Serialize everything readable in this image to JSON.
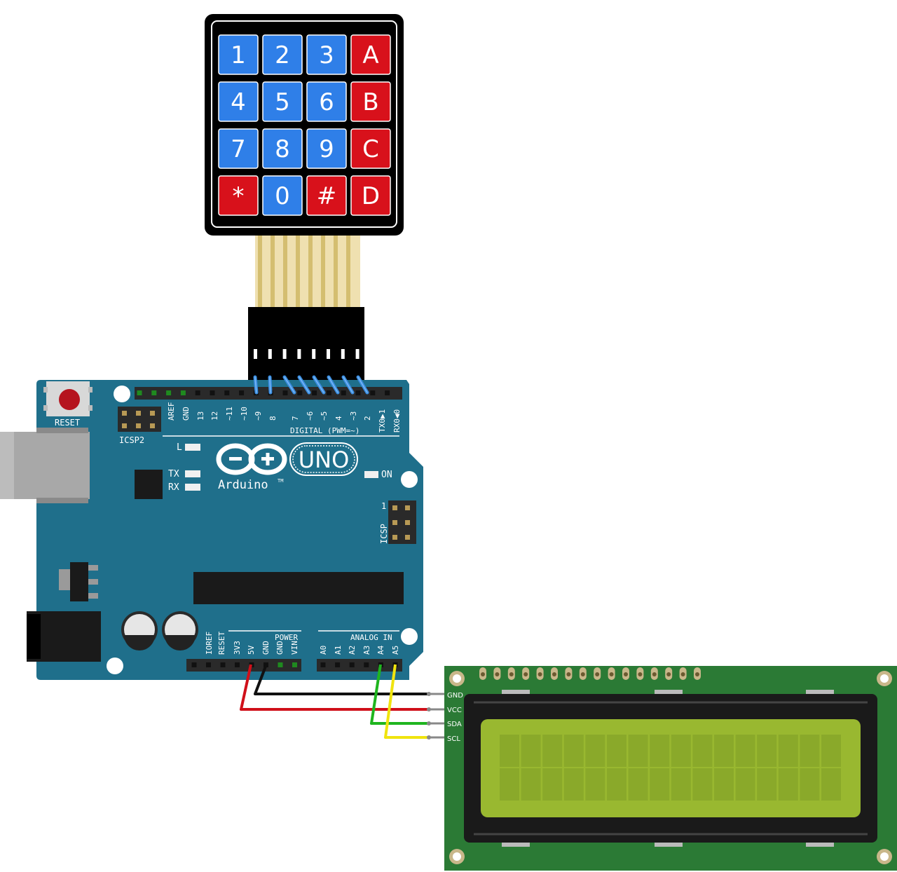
{
  "keypad": {
    "keys": [
      [
        "1",
        "2",
        "3",
        "A"
      ],
      [
        "4",
        "5",
        "6",
        "B"
      ],
      [
        "7",
        "8",
        "9",
        "C"
      ],
      [
        "*",
        "0",
        "#",
        "D"
      ]
    ],
    "colors": {
      "blue": "#2f7fe8",
      "red": "#d8111b",
      "frame": "#000000"
    }
  },
  "arduino": {
    "board_color": "#1f6f8b",
    "reset_label": "RESET",
    "icsp2_label": "ICSP2",
    "icsp_label": "ICSP",
    "icsp_pin1": "1",
    "logo_text": "Arduino",
    "logo_tm": "TM",
    "model_text": "UNO",
    "on_label": "ON",
    "l_label": "L",
    "tx_label": "TX",
    "rx_label": "RX",
    "digital_label": "DIGITAL (PWM=~)",
    "power_label": "POWER",
    "analog_label": "ANALOG IN",
    "digital_pins": [
      "AREF",
      "GND",
      "13",
      "12",
      "~11",
      "~10",
      "~9",
      "8",
      "7",
      "~6",
      "~5",
      "4",
      "~3",
      "2",
      "TX0▶1",
      "RX0◀0"
    ],
    "power_pins": [
      "IOREF",
      "RESET",
      "3V3",
      "5V",
      "GND",
      "GND",
      "VIN"
    ],
    "analog_pins": [
      "A0",
      "A1",
      "A2",
      "A3",
      "A4",
      "A5"
    ]
  },
  "lcd": {
    "pin_labels": [
      "GND",
      "VCC",
      "SDA",
      "SCL"
    ],
    "colors": {
      "pcb": "#2b7a35",
      "screen": "#99b830"
    }
  },
  "wires": {
    "colors": {
      "gnd": "#1a1a1a",
      "vcc": "#d0101a",
      "sda": "#1fb51f",
      "scl": "#f0e40e",
      "keypad": "#3a8de0"
    }
  }
}
